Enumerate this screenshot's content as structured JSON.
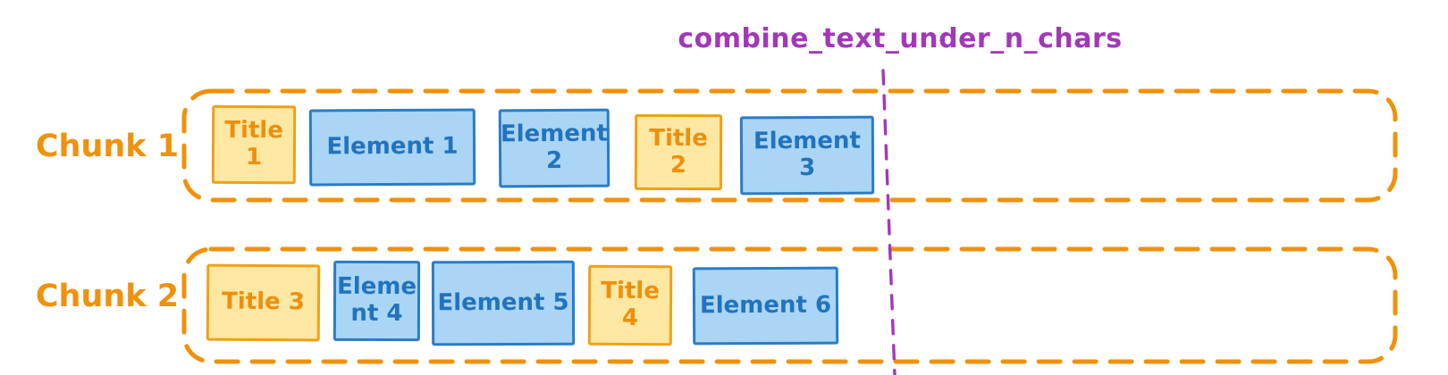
{
  "diagram_title": "combine_text_under_n_chars",
  "colors": {
    "orange": "#F0910B",
    "yellow_fill": "#FCE8A2",
    "yellow_border": "#EFA019",
    "orange_text": "#EE8F0C",
    "blue_fill": "#AAD5F5",
    "blue_border": "#2B7CC4",
    "blue_text": "#2173BD",
    "purple": "#A238B8"
  },
  "chunks": [
    {
      "label": "Chunk 1",
      "items": [
        {
          "kind": "title",
          "line1": "Title",
          "line2": "1"
        },
        {
          "kind": "element",
          "line1": "Element 1",
          "line2": ""
        },
        {
          "kind": "element",
          "line1": "Element",
          "line2": "2"
        },
        {
          "kind": "title",
          "line1": "Title",
          "line2": "2"
        },
        {
          "kind": "element",
          "line1": "Element 3",
          "line2": ""
        }
      ]
    },
    {
      "label": "Chunk 2",
      "items": [
        {
          "kind": "title",
          "line1": "Title 3",
          "line2": ""
        },
        {
          "kind": "element",
          "line1": "Eleme",
          "line2": "nt 4"
        },
        {
          "kind": "element",
          "line1": "Element 5",
          "line2": ""
        },
        {
          "kind": "title",
          "line1": "Title",
          "line2": "4"
        },
        {
          "kind": "element",
          "line1": "Element 6",
          "line2": ""
        }
      ]
    }
  ]
}
